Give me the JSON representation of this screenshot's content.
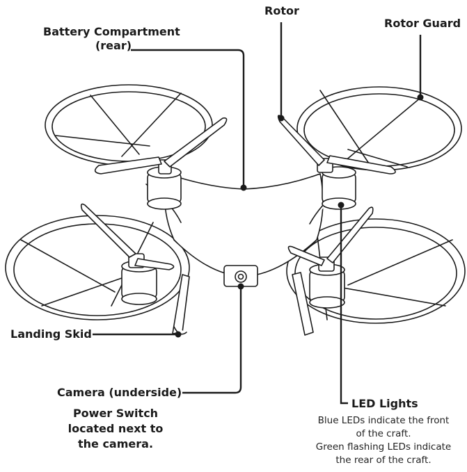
{
  "labels": {
    "rotor": "Rotor",
    "rotor_guard": "Rotor Guard",
    "battery_line1": "Battery Compartment",
    "battery_line2": "(rear)",
    "landing_skid": "Landing Skid",
    "camera": "Camera (underside)",
    "power_line1": "Power Switch",
    "power_line2": "located next to",
    "power_line3": "the camera.",
    "led_lights": "LED Lights",
    "led_note_1": "Blue LEDs indicate the front",
    "led_note_2": "of the craft.",
    "led_note_3": "Green flashing LEDs indicate",
    "led_note_4": "the rear of the craft."
  },
  "colors": {
    "ink": "#1a1a1a",
    "background": "#ffffff"
  }
}
